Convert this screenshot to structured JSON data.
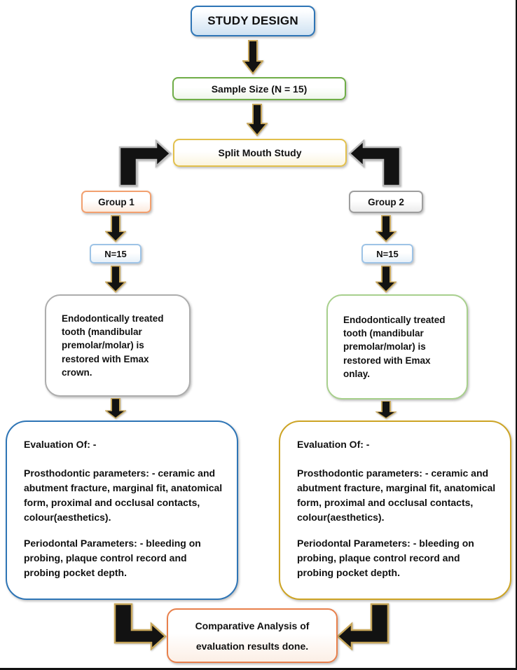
{
  "flowchart": {
    "title": "STUDY DESIGN",
    "sample_size": "Sample Size (N = 15)",
    "split_mouth": "Split Mouth Study",
    "group1": {
      "label": "Group 1",
      "sample_n": "N=15",
      "treatment": "Endodontically treated tooth (mandibular premolar/molar) is restored with Emax crown.",
      "evaluation_heading": "Evaluation Of: -",
      "prosthodontic": "Prosthodontic parameters: - ceramic and abutment fracture, marginal fit, anatomical form, proximal and occlusal contacts, colour(aesthetics).",
      "periodontal": "Periodontal Parameters: - bleeding on probing, plaque control record and probing pocket depth."
    },
    "group2": {
      "label": "Group 2",
      "sample_n": "N=15",
      "treatment": "Endodontically treated tooth (mandibular premolar/molar) is restored with Emax onlay.",
      "evaluation_heading": "Evaluation Of: -",
      "prosthodontic": "Prosthodontic parameters: - ceramic and abutment fracture, marginal fit, anatomical form, proximal and occlusal contacts, colour(aesthetics).",
      "periodontal": "Periodontal Parameters: - bleeding on probing, plaque control record and probing pocket depth."
    },
    "comparative": {
      "line1": "Comparative Analysis of",
      "line2": "evaluation results done."
    }
  },
  "colors": {
    "study_design": "#2E75B6",
    "sample_size": "#6FAD47",
    "split_mouth": "#E2C04C",
    "group1": "#F2A06F",
    "group2": "#9E9E9E",
    "n15": "#9DC3E6",
    "treatment1": "#ADADAD",
    "treatment2": "#A8D08D",
    "evaluation1": "#2E75B6",
    "evaluation2": "#CDA425",
    "comparative": "#E8804C",
    "arrow_fill": "#121212",
    "arrow_outline_gold": "#C9A85C",
    "arrow_outline_silver": "#BDBDBD"
  }
}
